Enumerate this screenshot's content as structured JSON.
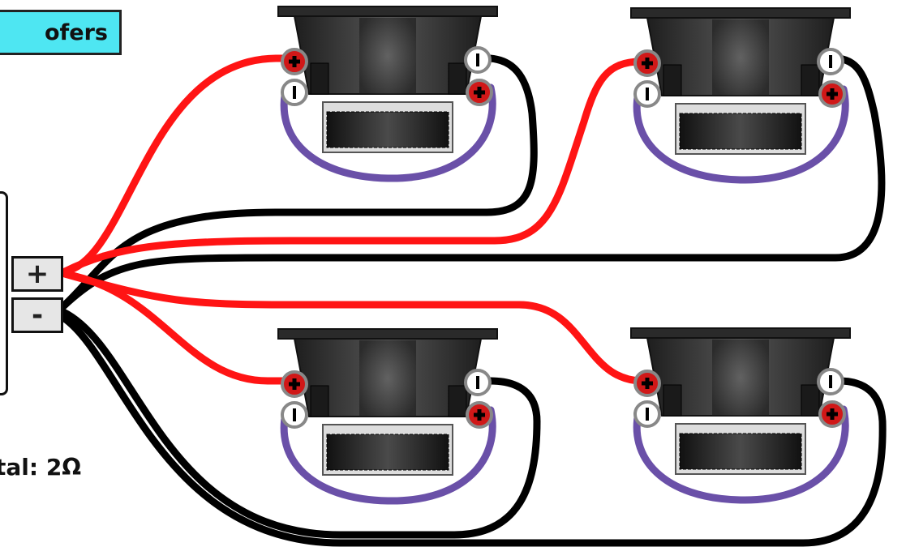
{
  "title": "ofers",
  "total_label": "tal: 2Ω",
  "amplifier": {
    "positive_label": "+",
    "negative_label": "-"
  },
  "colors": {
    "positive_wire": "#ff1414",
    "negative_wire": "#000000",
    "jumper_wire": "#6a50a8",
    "title_background": "#4ee6f2",
    "terminal_positive": "#d01818",
    "terminal_negative": "#ffffff"
  },
  "subwoofers": [
    {
      "id": "top-left"
    },
    {
      "id": "top-right"
    },
    {
      "id": "bottom-left"
    },
    {
      "id": "bottom-right"
    }
  ]
}
